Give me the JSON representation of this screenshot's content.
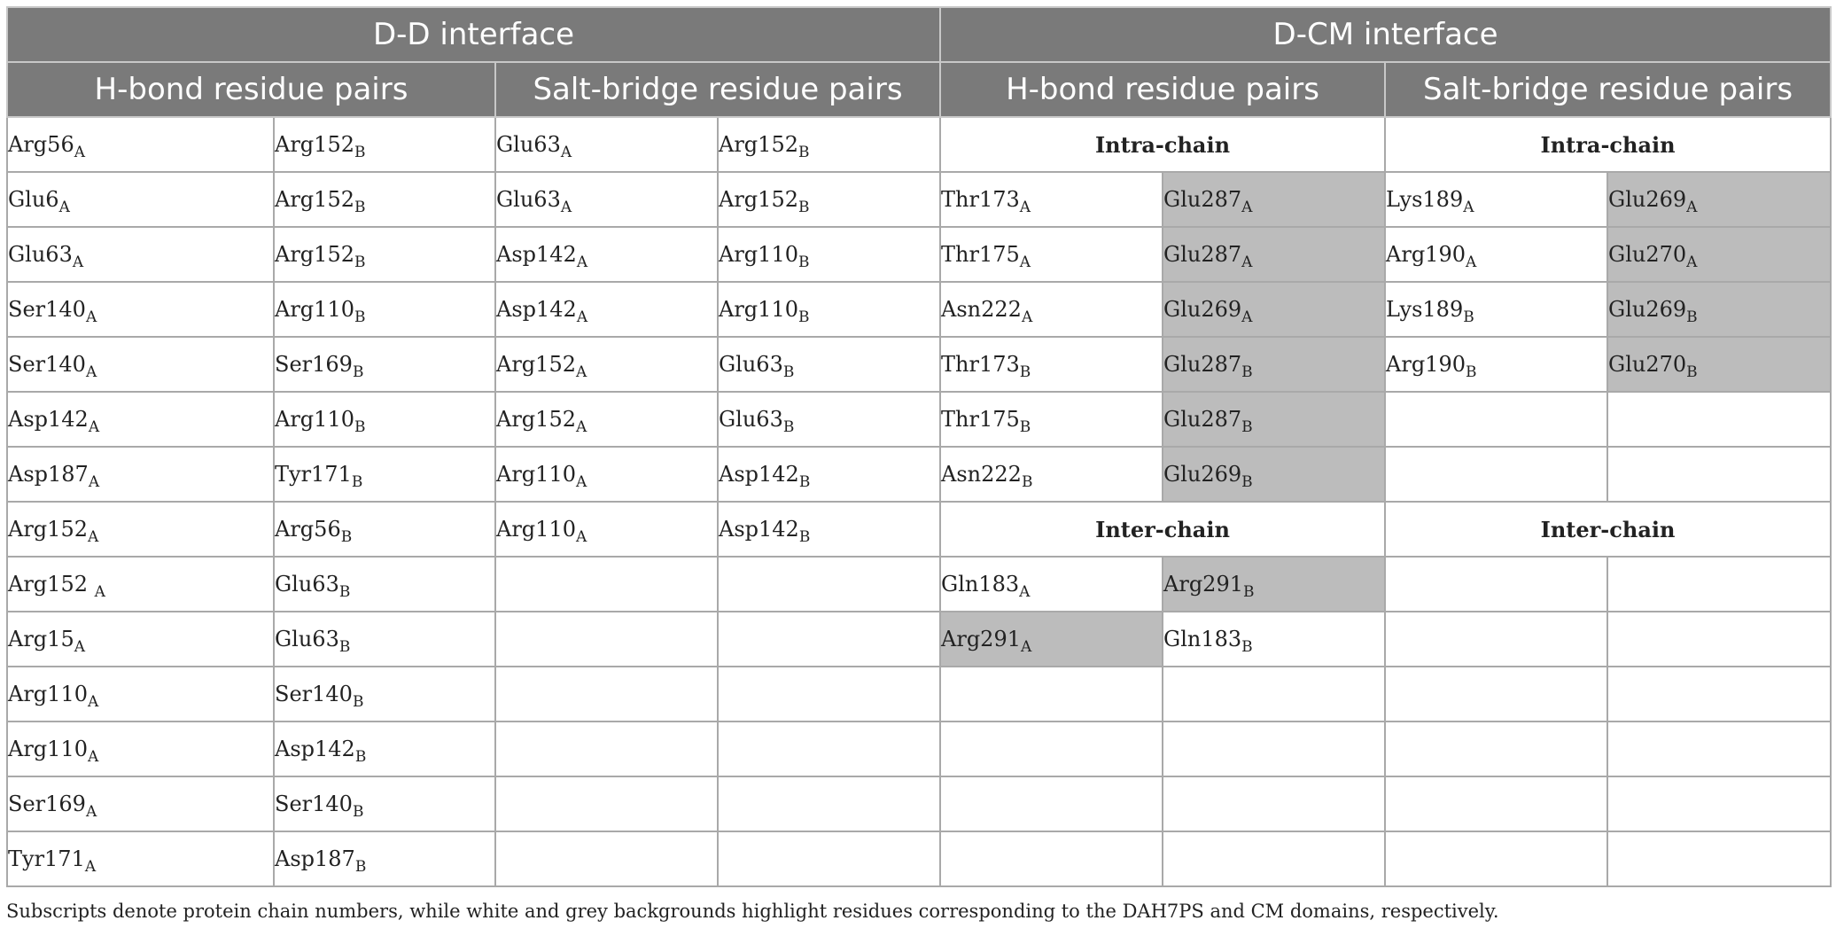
{
  "header": {
    "group_dd": "D-D interface",
    "group_dcm": "D-CM interface",
    "hbond": "H-bond residue pairs",
    "salt": "Salt-bridge residue pairs"
  },
  "dcm_sections": {
    "intra": "Intra-chain",
    "inter": "Inter-chain"
  },
  "dd_hbond": [
    [
      {
        "n": "Arg56",
        "c": "A"
      },
      {
        "n": "Arg152",
        "c": "B"
      }
    ],
    [
      {
        "n": "Glu6",
        "c": "A"
      },
      {
        "n": "Arg152",
        "c": "B"
      }
    ],
    [
      {
        "n": "Glu63",
        "c": "A"
      },
      {
        "n": "Arg152",
        "c": "B"
      }
    ],
    [
      {
        "n": "Ser140",
        "c": "A"
      },
      {
        "n": "Arg110",
        "c": "B"
      }
    ],
    [
      {
        "n": "Ser140",
        "c": "A"
      },
      {
        "n": "Ser169",
        "c": "B"
      }
    ],
    [
      {
        "n": "Asp142",
        "c": "A"
      },
      {
        "n": "Arg110",
        "c": "B"
      }
    ],
    [
      {
        "n": "Asp187",
        "c": "A"
      },
      {
        "n": "Tyr171",
        "c": "B"
      }
    ],
    [
      {
        "n": "Arg152",
        "c": "A"
      },
      {
        "n": "Arg56",
        "c": "B"
      }
    ],
    [
      {
        "n": "Arg152 ",
        "c": "A"
      },
      {
        "n": "Glu63",
        "c": "B"
      }
    ],
    [
      {
        "n": "Arg15",
        "c": "A"
      },
      {
        "n": "Glu63",
        "c": "B"
      }
    ],
    [
      {
        "n": "Arg110",
        "c": "A"
      },
      {
        "n": "Ser140",
        "c": "B"
      }
    ],
    [
      {
        "n": "Arg110",
        "c": "A"
      },
      {
        "n": "Asp142",
        "c": "B"
      }
    ],
    [
      {
        "n": "Ser169",
        "c": "A"
      },
      {
        "n": "Ser140",
        "c": "B"
      }
    ],
    [
      {
        "n": "Tyr171",
        "c": "A"
      },
      {
        "n": "Asp187",
        "c": "B"
      }
    ]
  ],
  "dd_salt": [
    [
      {
        "n": "Glu63",
        "c": "A"
      },
      {
        "n": "Arg152",
        "c": "B"
      }
    ],
    [
      {
        "n": "Glu63",
        "c": "A"
      },
      {
        "n": "Arg152",
        "c": "B"
      }
    ],
    [
      {
        "n": "Asp142",
        "c": "A"
      },
      {
        "n": "Arg110",
        "c": "B"
      }
    ],
    [
      {
        "n": "Asp142",
        "c": "A"
      },
      {
        "n": "Arg110",
        "c": "B"
      }
    ],
    [
      {
        "n": "Arg152",
        "c": "A"
      },
      {
        "n": "Glu63",
        "c": "B"
      }
    ],
    [
      {
        "n": "Arg152",
        "c": "A"
      },
      {
        "n": "Glu63",
        "c": "B"
      }
    ],
    [
      {
        "n": "Arg110",
        "c": "A"
      },
      {
        "n": "Asp142",
        "c": "B"
      }
    ],
    [
      {
        "n": "Arg110",
        "c": "A"
      },
      {
        "n": "Asp142",
        "c": "B"
      }
    ]
  ],
  "dcm_hbond_intra": [
    [
      {
        "n": "Thr173",
        "c": "A",
        "d": "DAH7PS"
      },
      {
        "n": "Glu287",
        "c": "A",
        "d": "CM"
      }
    ],
    [
      {
        "n": "Thr175",
        "c": "A",
        "d": "DAH7PS"
      },
      {
        "n": "Glu287",
        "c": "A",
        "d": "CM"
      }
    ],
    [
      {
        "n": "Asn222",
        "c": "A",
        "d": "DAH7PS"
      },
      {
        "n": "Glu269",
        "c": "A",
        "d": "CM"
      }
    ],
    [
      {
        "n": "Thr173",
        "c": "B",
        "d": "DAH7PS"
      },
      {
        "n": "Glu287",
        "c": "B",
        "d": "CM"
      }
    ],
    [
      {
        "n": "Thr175",
        "c": "B",
        "d": "DAH7PS"
      },
      {
        "n": "Glu287",
        "c": "B",
        "d": "CM"
      }
    ],
    [
      {
        "n": "Asn222",
        "c": "B",
        "d": "DAH7PS"
      },
      {
        "n": "Glu269",
        "c": "B",
        "d": "CM"
      }
    ]
  ],
  "dcm_salt_intra": [
    [
      {
        "n": "Lys189",
        "c": "A",
        "d": "DAH7PS"
      },
      {
        "n": "Glu269",
        "c": "A",
        "d": "CM"
      }
    ],
    [
      {
        "n": "Arg190",
        "c": "A",
        "d": "DAH7PS"
      },
      {
        "n": "Glu270",
        "c": "A",
        "d": "CM"
      }
    ],
    [
      {
        "n": "Lys189",
        "c": "B",
        "d": "DAH7PS"
      },
      {
        "n": "Glu269",
        "c": "B",
        "d": "CM"
      }
    ],
    [
      {
        "n": "Arg190",
        "c": "B",
        "d": "DAH7PS"
      },
      {
        "n": "Glu270",
        "c": "B",
        "d": "CM"
      }
    ]
  ],
  "dcm_hbond_inter": [
    [
      {
        "n": "Gln183",
        "c": "A",
        "d": "DAH7PS"
      },
      {
        "n": "Arg291",
        "c": "B",
        "d": "CM"
      }
    ],
    [
      {
        "n": "Arg291",
        "c": "A",
        "d": "CM"
      },
      {
        "n": "Gln183",
        "c": "B",
        "d": "DAH7PS"
      }
    ]
  ],
  "dcm_salt_inter": [],
  "colors": {
    "header_bg": "#7a7a7a",
    "header_text": "#ffffff",
    "cm_domain_bg": "#bcbcbc",
    "dah7ps_domain_bg": "#ffffff",
    "grid": "#a9a9a9"
  },
  "footnote": "Subscripts denote protein chain numbers, while white and grey backgrounds highlight residues corresponding to the DAH7PS and CM domains, respectively."
}
